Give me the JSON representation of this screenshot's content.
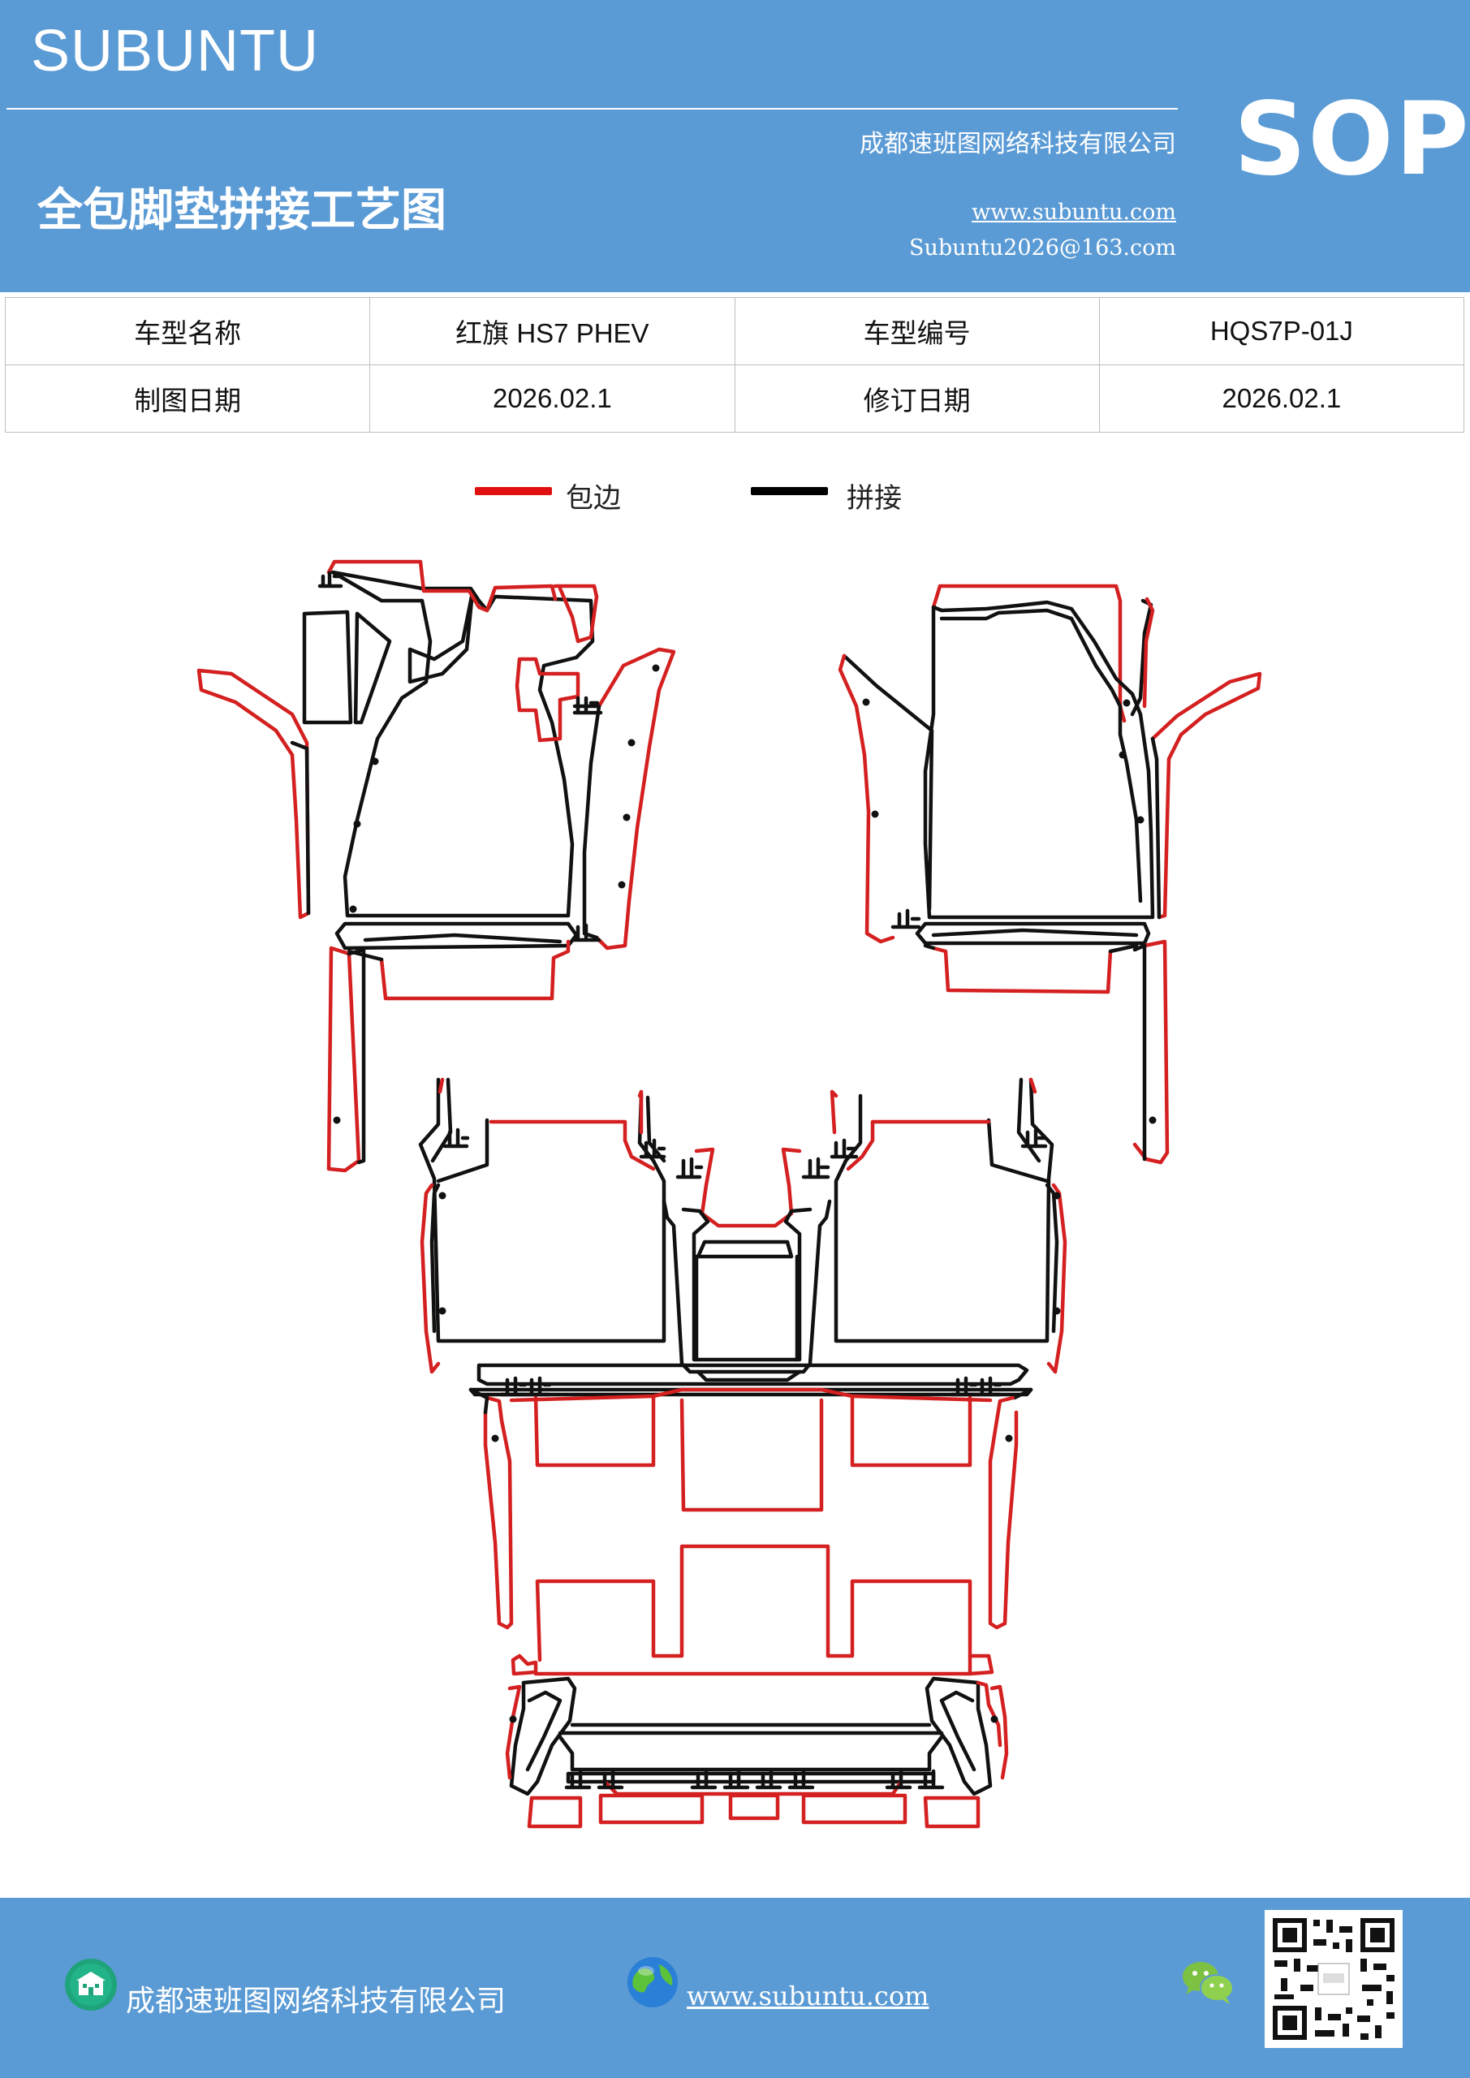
{
  "header": {
    "brand": "SUBUNTU",
    "company": "成都速班图网络科技有限公司",
    "title": "全包脚垫拼接工艺图",
    "website": "www.subuntu.com",
    "email": "Subuntu2026@163.com",
    "badge": "SOP"
  },
  "info_table": {
    "rows": [
      {
        "label1": "车型名称",
        "value1": "红旗 HS7  PHEV",
        "label2": "车型编号",
        "value2": "HQS7P-01J"
      },
      {
        "label1": "制图日期",
        "value1": "2026.02.1",
        "label2": "修订日期",
        "value2": "2026.02.1"
      }
    ]
  },
  "legend": {
    "items": [
      {
        "label": "包边",
        "color": "#e01010"
      },
      {
        "label": "拼接",
        "color": "#000000"
      }
    ]
  },
  "colors": {
    "header_bg": "#5b9bd5",
    "edge_red": "#d42020",
    "seam_black": "#111111"
  },
  "footer": {
    "company": "成都速班图网络科技有限公司",
    "website": "www.subuntu.com ",
    "icons": [
      "building-icon",
      "globe-icon",
      "wechat-icon",
      "qr-code"
    ]
  }
}
